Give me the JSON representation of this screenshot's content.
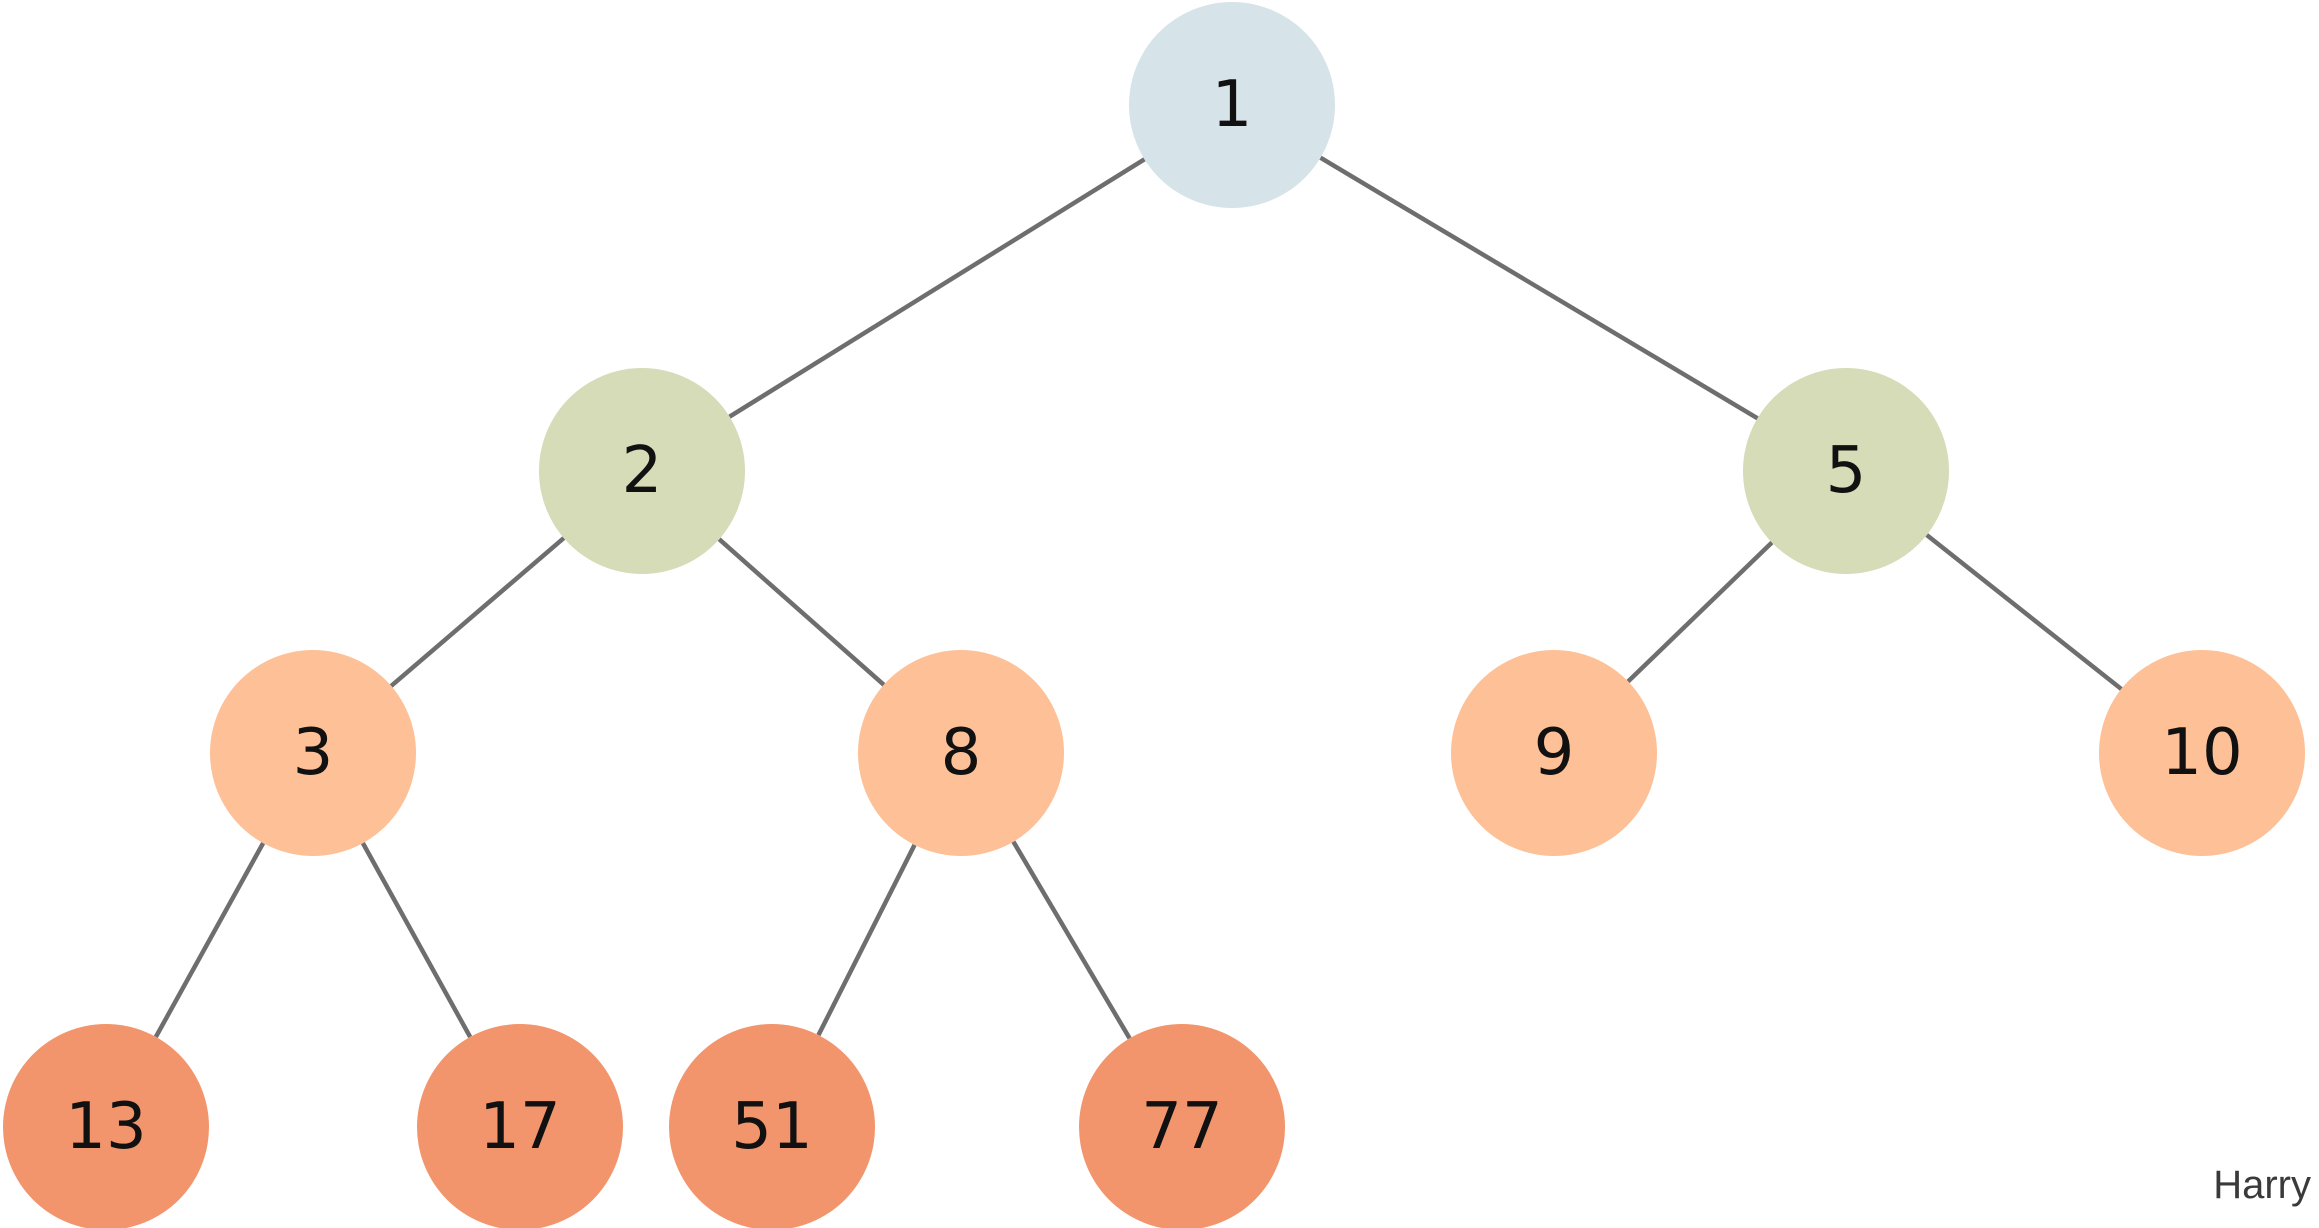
{
  "tree": {
    "colors": {
      "edge": "#6e6e6e",
      "text": "#111111",
      "level0": "#d6e4e9",
      "level1": "#d6dbb8",
      "level2": "#fdc097",
      "level3": "#f2956c"
    },
    "nodes": [
      {
        "id": "n1",
        "label": "1",
        "level": 0,
        "parent": null
      },
      {
        "id": "n2",
        "label": "2",
        "level": 1,
        "parent": "n1"
      },
      {
        "id": "n5",
        "label": "5",
        "level": 1,
        "parent": "n1"
      },
      {
        "id": "n3",
        "label": "3",
        "level": 2,
        "parent": "n2"
      },
      {
        "id": "n8",
        "label": "8",
        "level": 2,
        "parent": "n2"
      },
      {
        "id": "n9",
        "label": "9",
        "level": 2,
        "parent": "n5"
      },
      {
        "id": "n10",
        "label": "10",
        "level": 2,
        "parent": "n5"
      },
      {
        "id": "n13",
        "label": "13",
        "level": 3,
        "parent": "n3"
      },
      {
        "id": "n17",
        "label": "17",
        "level": 3,
        "parent": "n3"
      },
      {
        "id": "n51",
        "label": "51",
        "level": 3,
        "parent": "n8"
      },
      {
        "id": "n77",
        "label": "77",
        "level": 3,
        "parent": "n8"
      }
    ]
  },
  "signature": "Harry"
}
